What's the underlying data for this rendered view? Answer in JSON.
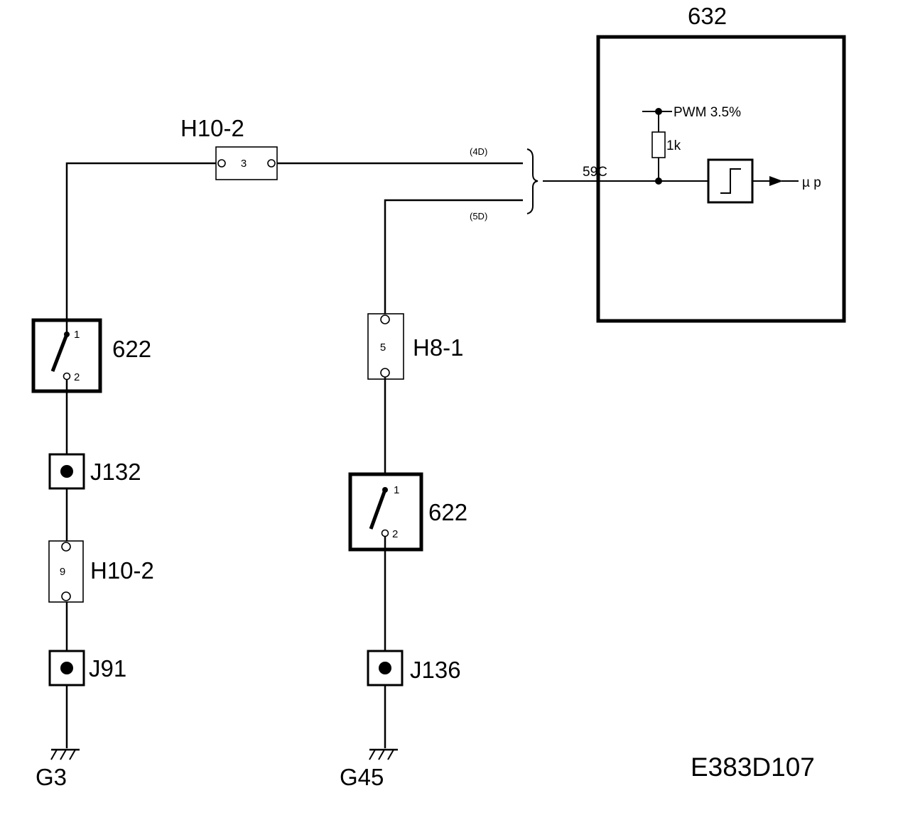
{
  "module_632": {
    "title": "632",
    "pwm_label": "PWM 3.5%",
    "resistor_label": "1k",
    "pin_label": "59C",
    "output_label": "µ p"
  },
  "connector_h10_2_top": {
    "label": "H10-2",
    "pin": "3"
  },
  "connector_h8_1": {
    "label": "H8-1",
    "pin": "5"
  },
  "connector_h10_2_left": {
    "label": "H10-2",
    "pin": "9"
  },
  "branch_labels": {
    "upper": "(4D)",
    "lower": "(5D)"
  },
  "switch_left": {
    "label": "622",
    "pin1": "1",
    "pin2": "2"
  },
  "switch_right": {
    "label": "622",
    "pin1": "1",
    "pin2": "2"
  },
  "splices": {
    "j132": "J132",
    "j91": "J91",
    "j136": "J136"
  },
  "grounds": {
    "g3": "G3",
    "g45": "G45"
  },
  "drawing_id": "E383D107"
}
